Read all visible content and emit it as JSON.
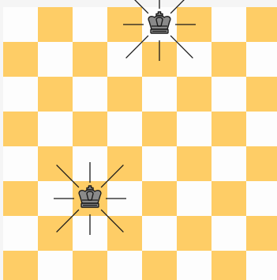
{
  "board": {
    "files": 8,
    "ranks": 8,
    "light_color": "#fdfdfd",
    "dark_color": "#fecd66",
    "background_color": "#f5f5f5",
    "top_left_square": "light"
  },
  "pieces": [
    {
      "name": "king-top",
      "type": "king",
      "color": "black",
      "icon": "black-king-icon",
      "file": 4,
      "rank": 0,
      "highlight": "radiating-lines"
    },
    {
      "name": "king-bottom",
      "type": "king",
      "color": "black",
      "icon": "black-king-icon",
      "file": 2,
      "rank": 5,
      "highlight": "radiating-lines"
    }
  ],
  "colors": {
    "piece_fill": "#8a8a8a",
    "piece_stroke": "#1a1a1a",
    "ray_stroke": "#1a1a1a"
  }
}
